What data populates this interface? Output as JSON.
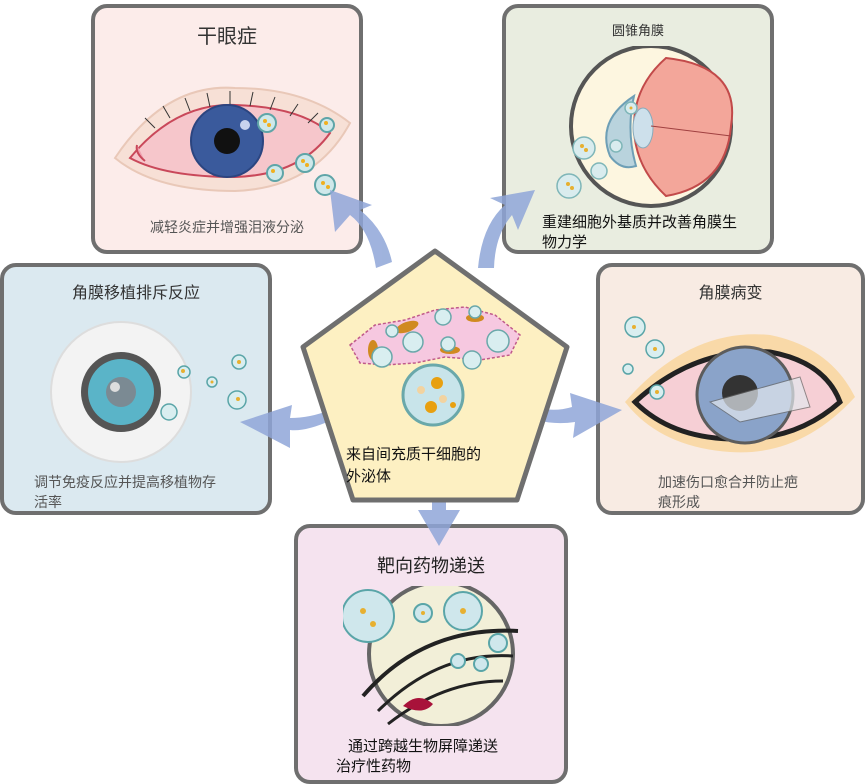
{
  "center": {
    "label": "来自间充质干细胞的外泌体",
    "line1": "来自间充质干细胞的",
    "line2": "外泌体",
    "fill": "#fdf0c2"
  },
  "panels": {
    "dry_eye": {
      "title": "干眼症",
      "desc": "减轻炎症并增强泪液分泌",
      "bg": "#fcecea"
    },
    "keratoconus": {
      "title": "圆锥角膜",
      "desc_line1": "重建细胞外基质并改善角膜生",
      "desc_line2": "物力学",
      "bg": "#e9ede0"
    },
    "graft_rejection": {
      "title": "角膜移植排斥反应",
      "desc_line1": "调节免疫反应并提高移植物存",
      "desc_line2": "活率",
      "bg": "#dbe9f0"
    },
    "corneal_disease": {
      "title": "角膜病变",
      "desc_line1": "加速伤口愈合并防止疤",
      "desc_line2": "痕形成",
      "bg": "#f8ebe3"
    },
    "drug_delivery": {
      "title": "靶向药物递送",
      "desc_line1": "通过跨越生物屏障递送",
      "desc_line2": "治疗性药物",
      "bg": "#f5e3ef"
    }
  },
  "colors": {
    "border": "#6f6f6f",
    "arrow": "#8fa6d8"
  }
}
